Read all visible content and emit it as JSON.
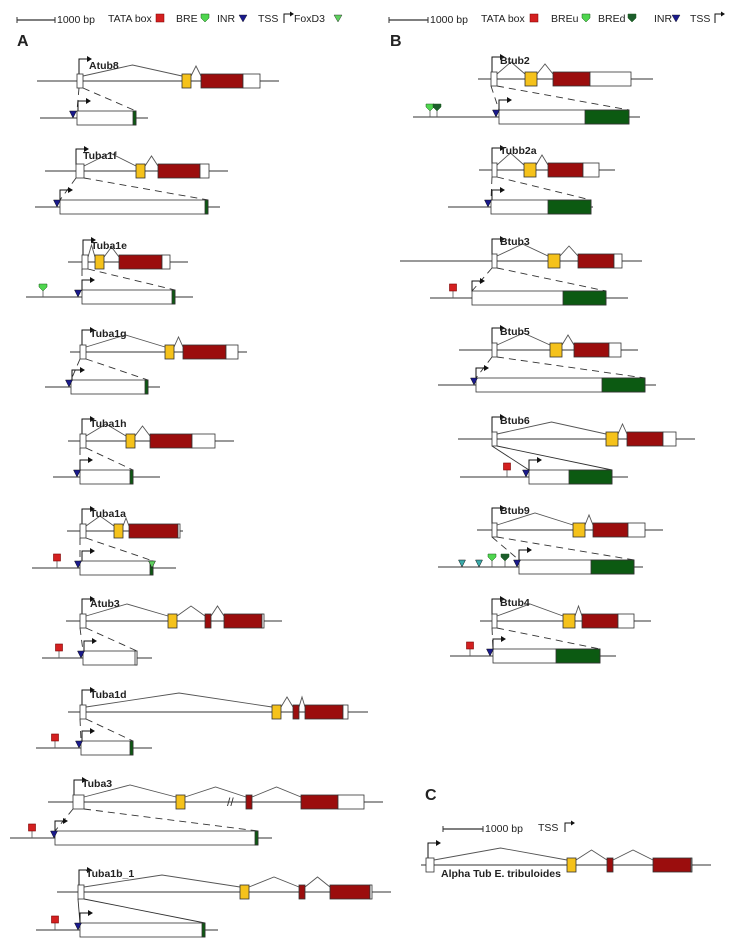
{
  "panels": {
    "A": {
      "letter": "A",
      "legend": {
        "scale": "1000 bp",
        "items": [
          {
            "label": "TATA box",
            "marker": "square",
            "color": "#d42020"
          },
          {
            "label": "BRE",
            "marker": "pin",
            "color": "#4fd64f"
          },
          {
            "label": "INR",
            "marker": "triangle",
            "color": "#1a1a8c"
          },
          {
            "label": "TSS",
            "marker": "tss"
          },
          {
            "label": "FoxD3",
            "marker": "triangle",
            "color": "#5ecf5e"
          }
        ]
      }
    },
    "B": {
      "letter": "B",
      "legend": {
        "scale": "1000 bp",
        "items": [
          {
            "label": "TATA box",
            "marker": "square",
            "color": "#d42020"
          },
          {
            "label": "BREu",
            "marker": "pin",
            "color": "#4fd64f"
          },
          {
            "label": "BREd",
            "marker": "pin",
            "color": "#1d5e2c"
          },
          {
            "label": "INR",
            "marker": "triangle",
            "color": "#1a1a8c"
          },
          {
            "label": "TSS",
            "marker": "tss"
          }
        ]
      }
    },
    "C": {
      "letter": "C",
      "legend": {
        "scale": "1000 bp",
        "items": [
          {
            "label": "TSS",
            "marker": "tss"
          }
        ]
      }
    }
  },
  "genes": {
    "A": [
      "Atub8",
      "Tuba1f",
      "Tuba1e",
      "Tuba1g",
      "Tuba1h",
      "Tuba1a",
      "Atub3",
      "Tuba1d",
      "Tuba3",
      "Tuba1b_1"
    ],
    "B": [
      "Btub2",
      "Tubb2a",
      "Btub3",
      "Btub5",
      "Btub6",
      "Btub9",
      "Btub4"
    ],
    "C": [
      "Alpha Tub E. tribuloides"
    ]
  },
  "colors": {
    "utr_box": "#ffffff",
    "exon_yellow": "#f5c21b",
    "cds_red": "#9b0d0d",
    "cds_green": "#0c5a12",
    "line": "#333333",
    "tata": "#d42020",
    "inr": "#1a1a8c",
    "bre": "#4fd64f",
    "bred": "#1d5e2c",
    "foxd3": "#5ecf5e",
    "cyan_tri": "#3aa9a9"
  }
}
